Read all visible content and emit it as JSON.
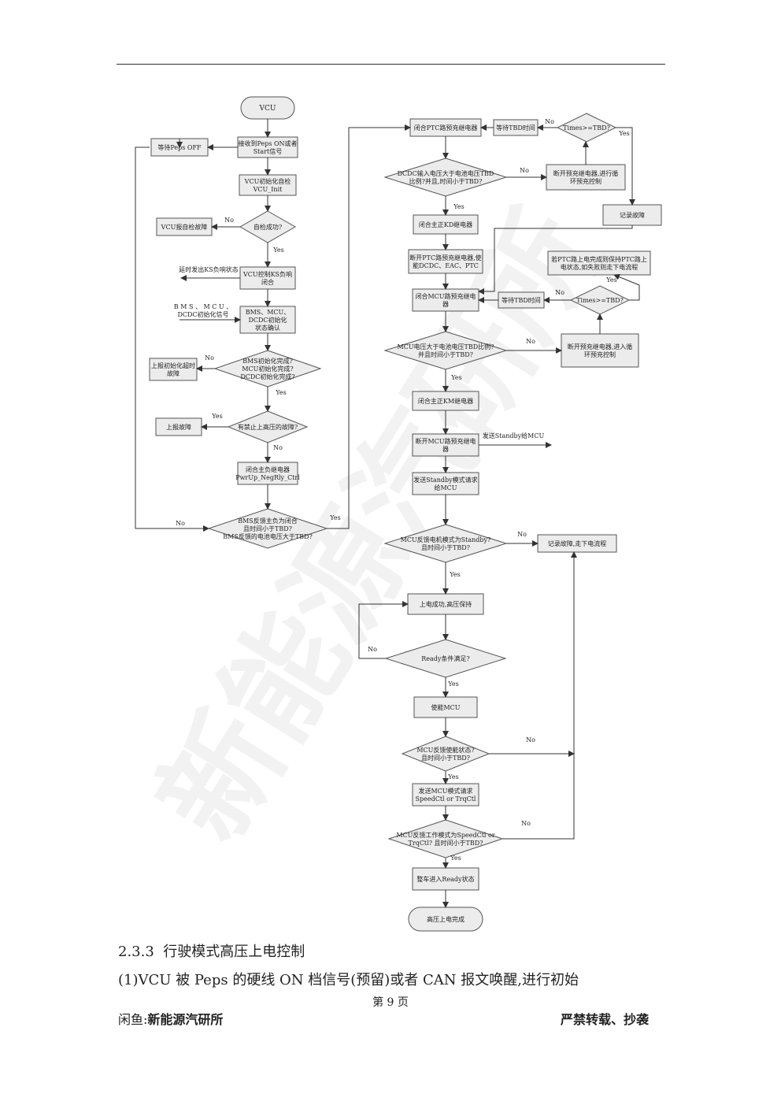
{
  "header": {},
  "flowchart": {
    "nodes": {
      "vcu": "VCU",
      "recv": [
        "接收到Peps ON或者",
        "Start信号"
      ],
      "wait_peps": "等待Peps OFF",
      "vcu_init": [
        "VCU初始化自检",
        "VCU_Init"
      ],
      "self_check": "自检成功?",
      "report_self": "VCU报自检故障",
      "vcu_ks": [
        "VCU控制KS负响",
        "闭合"
      ],
      "delay_ks": "延时发出KS负响状态",
      "bms_in": [
        "B M S 、 M C U 、",
        "DCDC初始化信号"
      ],
      "bms_confirm": [
        "BMS、MCU、",
        "DCDC初始化",
        "状态确认"
      ],
      "bms_q": [
        "BMS初始化完成?",
        "MCU初始化完成?",
        "DCDC初始化完成?"
      ],
      "report_init_to": [
        "上报初始化超时",
        "故障"
      ],
      "fault_q": "有禁止上高压的故障?",
      "report_fault": "上报故障",
      "close_neg": [
        "闭合主负继电器",
        "PwrUp_NegRly_Ctrl"
      ],
      "bms_fb_q": [
        "BMS反馈主负为闭合",
        "且时间小于TBD?",
        "BMS反馈的电池电压大于TBD?"
      ],
      "close_ptc": "闭合PTC路预充继电器",
      "wait_tbd1": "等待TBD时间",
      "times_q1": "Times>=TBD?",
      "dcdc_q": [
        "DCDC输入电压大于电池电压TBD",
        "比例?并且,时间小于TBD?"
      ],
      "cut_pre1": [
        "断开预充继电器,进行循",
        "环预充控制"
      ],
      "record_fault": "记录故障",
      "close_kd": "闭合主正KD继电器",
      "cut_ptc": [
        "断开PTC路预充继电器,使",
        "能DCDC、EAC、PTC"
      ],
      "ptc_note": [
        "若PTC路上电完成则保持PTC路上",
        "电状态,如失败则走下电流程"
      ],
      "close_mcu_pre": [
        "闭合MCU路预充继电",
        "器"
      ],
      "wait_tbd2": "等待TBD时间",
      "times_q2": "Times>=TBD?",
      "mcu_v_q": [
        "MCU电压大于电池电压TBD比例?",
        "并且时间小于TBD?"
      ],
      "cut_pre2": [
        "断开预充继电器,进入循",
        "环预充控制"
      ],
      "close_km": "闭合主正KM继电器",
      "cut_mcu_pre": [
        "断开MCU路预充继电",
        "器"
      ],
      "send_standby_mcu": "发送Standby给MCU",
      "send_standby_req": [
        "发送Standby模式请求",
        "给MCU"
      ],
      "mcu_standby_q": [
        "MCU反馈电机模式为Standby?",
        "且时间小于TBD?"
      ],
      "record_power_down": "记录故障,走下电流程",
      "hv_ok": "上电成功,高压保持",
      "ready_q": "Ready条件满足?",
      "enable_mcu": "使能MCU",
      "mcu_en_q": [
        "MCU反馈使能状态?",
        "且时间小于TBD?"
      ],
      "send_mode_req": [
        "发送MCU模式请求",
        "SpeedCtl or TrqCtl"
      ],
      "mcu_mode_q": [
        "MCU反馈工作模式为SpeedCtl or",
        "TrqCtl? 且时间小于TBD?"
      ],
      "vehicle_ready": "整车进入Ready状态",
      "hv_done": "高压上电完成"
    },
    "edge_labels": {
      "yes": "Yes",
      "no": "No"
    }
  },
  "watermark": "新能源汽研所",
  "section": {
    "number": "2.3.3",
    "title": "行驶模式高压上电控制",
    "para_number": "(1)",
    "para": "VCU 被 Peps 的硬线 ON 档信号(预留)或者 CAN 报文唤醒,进行初始"
  },
  "footer": {
    "page": "第 9 页",
    "left_label": "闲鱼:",
    "left_name": "新能源汽研所",
    "right": "严禁转载、抄袭"
  }
}
